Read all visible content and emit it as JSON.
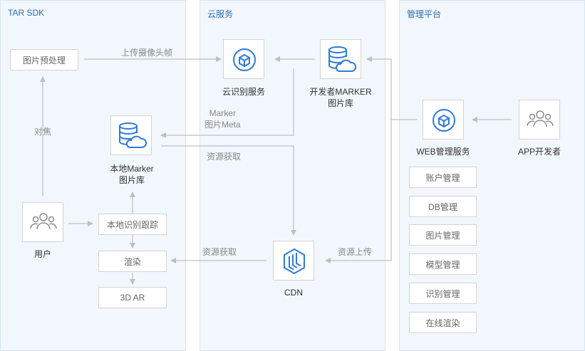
{
  "panels": {
    "sdk": "TAR SDK",
    "cloud": "云服务",
    "mgmt": "管理平台"
  },
  "sdk": {
    "preprocess": "图片预处理",
    "focus": "对焦",
    "user": "用户",
    "local_db_line1": "本地Marker",
    "local_db_line2": "图片库",
    "tracking": "本地识别跟踪",
    "render": "渲染",
    "ar": "3D AR"
  },
  "cloud": {
    "recognition": "云识别服务",
    "dev_db_line1": "开发者MARKER",
    "dev_db_line2": "图片库",
    "cdn": "CDN"
  },
  "mgmt": {
    "web": "WEB管理服务",
    "app_dev": "APP开发者",
    "items": [
      "账户管理",
      "DB管理",
      "图片管理",
      "模型管理",
      "识别管理",
      "在线渲染"
    ]
  },
  "edges": {
    "upload_frame": "上传摄像头帧",
    "marker_meta_line1": "Marker",
    "marker_meta_line2": "图片Meta",
    "resource_fetch_1": "资源获取",
    "resource_fetch_2": "资源获取",
    "resource_upload": "资源上传"
  },
  "colors": {
    "accent": "#2c6db3",
    "icon": "#2f7bd6",
    "arrow": "#bfbfbf",
    "panel_bg": "#f1f7fd"
  }
}
